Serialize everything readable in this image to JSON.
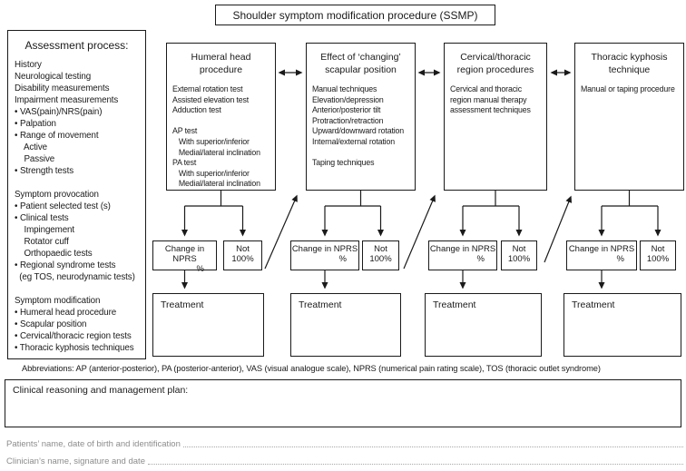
{
  "title": "Shoulder symptom modification procedure (SSMP)",
  "assessment": {
    "heading": "Assessment process:",
    "lines": [
      "History",
      "Neurological testing",
      "Disability measurements",
      "Impairment measurements",
      "• VAS(pain)/NRS(pain)",
      "• Palpation",
      "• Range of movement",
      "    Active",
      "    Passive",
      "• Strength tests",
      "",
      "Symptom provocation",
      "• Patient selected test (s)",
      "• Clinical tests",
      "    Impingement",
      "    Rotator cuff",
      "    Orthopaedic tests",
      "• Regional syndrome tests",
      "  (eg TOS, neurodynamic tests)",
      "",
      "Symptom modification",
      "• Humeral head procedure",
      "• Scapular position",
      "• Cervical/thoracic region tests",
      "• Thoracic kyphosis techniques"
    ]
  },
  "columns": [
    {
      "heading": "Humeral head\nprocedure",
      "body": [
        "External rotation test",
        "Assisted elevation test",
        "Adduction test",
        "",
        "AP test",
        "   With superior/inferior",
        "   Medial/lateral inclination",
        "PA test",
        "   With superior/inferior",
        "   Medial/lateral inclination"
      ],
      "change_line1": "Change in NPRS",
      "change_line2": "%",
      "not_line1": "Not",
      "not_line2": "100%",
      "treatment": "Treatment"
    },
    {
      "heading": "Effect of ‘changing’\nscapular position",
      "body": [
        "Manual techniques",
        "Elevation/depression",
        "Anterior/posterior tilt",
        "Protraction/retraction",
        "Upward/downward rotation",
        "Internal/external rotation",
        "",
        "Taping techniques"
      ],
      "change_line1": "Change in NPRS",
      "change_line2": "%",
      "not_line1": "Not",
      "not_line2": "100%",
      "treatment": "Treatment"
    },
    {
      "heading": "Cervical/thoracic\nregion procedures",
      "body": [
        "Cervical and thoracic",
        "region manual therapy",
        "assessment techniques"
      ],
      "change_line1": "Change in NPRS",
      "change_line2": "%",
      "not_line1": "Not",
      "not_line2": "100%",
      "treatment": "Treatment"
    },
    {
      "heading": "Thoracic kyphosis\ntechnique",
      "body": [
        "Manual or taping procedure"
      ],
      "change_line1": "Change in NPRS",
      "change_line2": "%",
      "not_line1": "Not",
      "not_line2": "100%",
      "treatment": "Treatment"
    }
  ],
  "abbreviations": "Abbreviations: AP (anterior-posterior), PA (posterior-anterior), VAS (visual analogue scale), NPRS (numerical pain rating scale), TOS (thoracic outlet syndrome)",
  "clinical_plan_heading": "Clinical reasoning and management plan:",
  "footer": {
    "patients_line": "Patients’ name, date of birth and identification",
    "clinicians_line": "Clinician’s name, signature and date"
  },
  "colors": {
    "line": "#1a1a1a",
    "muted_text": "#8c8c8c"
  }
}
